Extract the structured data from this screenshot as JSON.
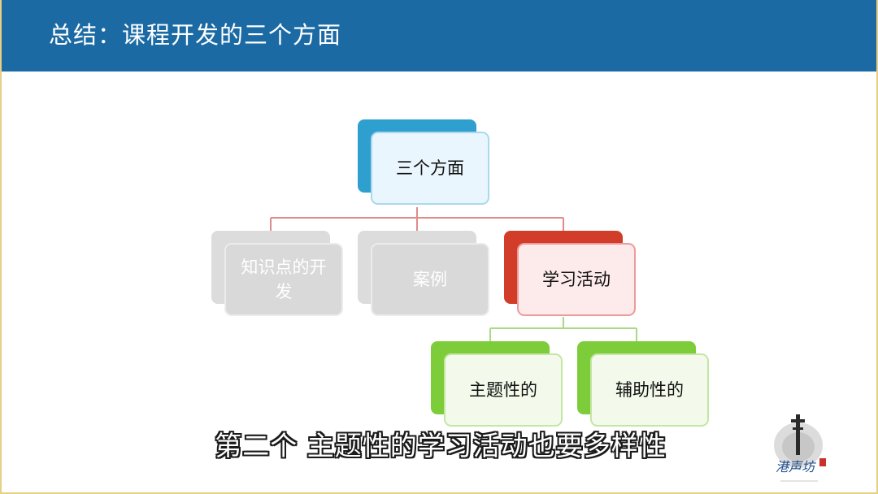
{
  "header": {
    "title": "总结：课程开发的三个方面"
  },
  "diagram": {
    "root": {
      "label": "三个方面"
    },
    "branches": [
      {
        "label": "知识点的开发",
        "state": "dimmed"
      },
      {
        "label": "案例",
        "state": "dimmed"
      },
      {
        "label": "学习活动",
        "state": "highlighted"
      }
    ],
    "sub_branches": [
      {
        "label": "主题性的"
      },
      {
        "label": "辅助性的"
      }
    ]
  },
  "subtitle": {
    "text": "第二个 主题性的学习活动也要多样性"
  },
  "watermark": {
    "text": "港声坊"
  },
  "colors": {
    "header": "#1b6aa4",
    "root_accent": "#2f9fd0",
    "highlight_accent": "#d13d28",
    "green_accent": "#7dcd3a",
    "dimmed": "#d9d9d9"
  }
}
